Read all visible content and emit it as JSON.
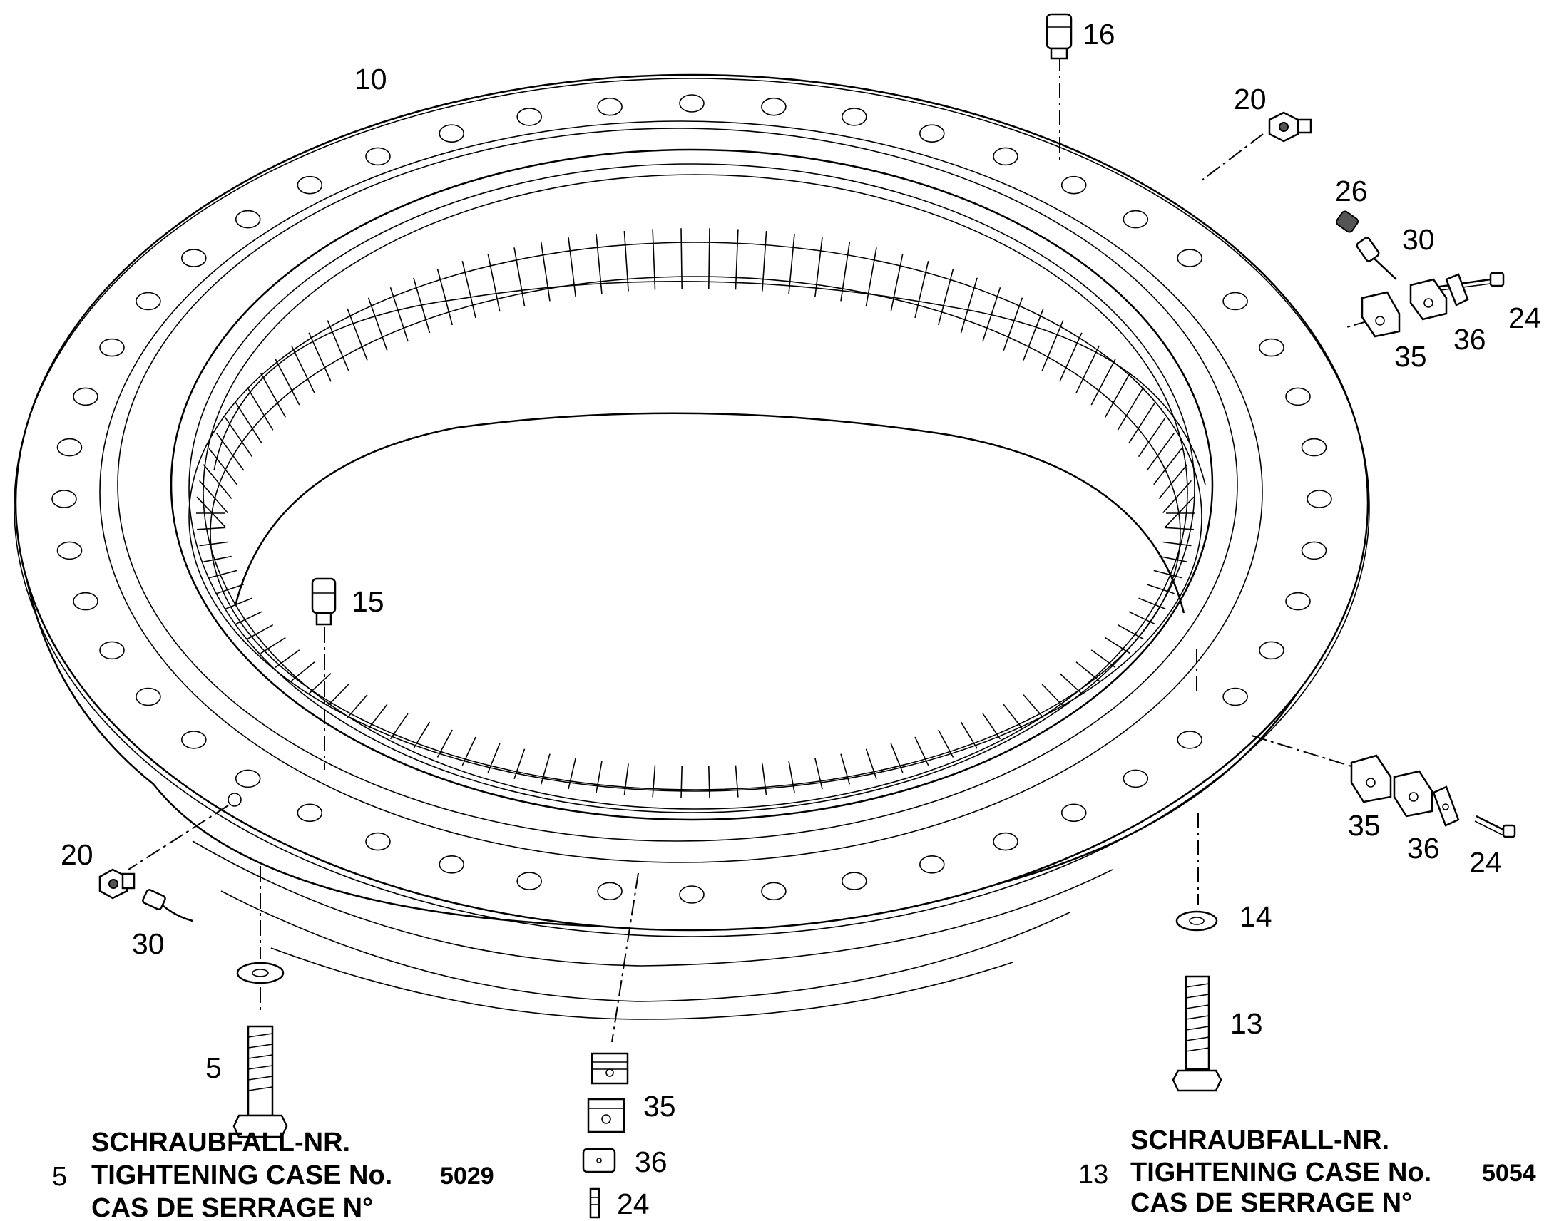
{
  "labels": {
    "p10": "10",
    "p16": "16",
    "p20_top": "20",
    "p26": "26",
    "p30_top": "30",
    "p24_top": "24",
    "p35_top": "35",
    "p36_top": "36",
    "p15": "15",
    "p35_right": "35",
    "p36_right": "36",
    "p24_right": "24",
    "p20_left": "20",
    "p30_left": "30",
    "p14": "14",
    "p13": "13",
    "p5": "5",
    "p35_bottom": "35",
    "p36_bottom": "36",
    "p24_bottom": "24"
  },
  "case_left": {
    "number": "5",
    "line1": "SCHRAUBFALL-NR.",
    "line2": "TIGHTENING CASE No.",
    "line3": "CAS DE SERRAGE N°",
    "case_no": "5029"
  },
  "case_right": {
    "number": "13",
    "line1": "SCHRAUBFALL-NR.",
    "line2": "TIGHTENING CASE No.",
    "line3": "CAS DE SERRAGE N°",
    "case_no": "5054"
  }
}
